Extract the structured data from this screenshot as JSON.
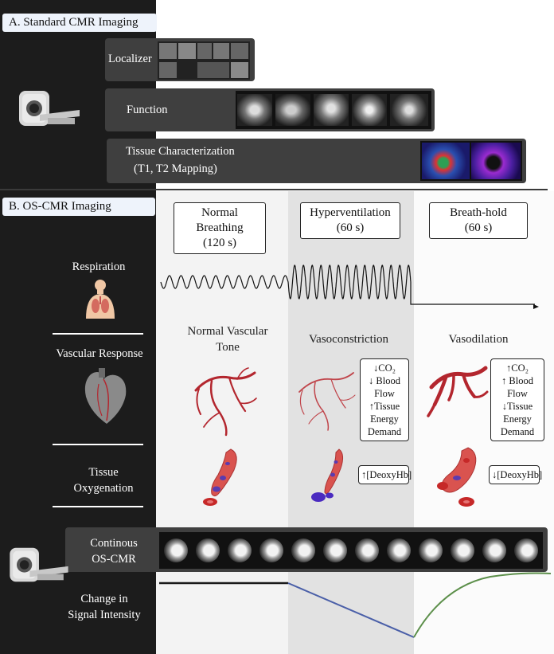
{
  "sections": {
    "a_title": "A. Standard CMR Imaging",
    "b_title": "B. OS-CMR Imaging"
  },
  "standard_steps": [
    {
      "label": "Localizer"
    },
    {
      "label": "Function"
    },
    {
      "label_line1": "Tissue Characterization",
      "label_line2": "(T1, T2 Mapping)"
    }
  ],
  "phases": [
    {
      "name": "Normal Breathing",
      "duration": "(120 s)"
    },
    {
      "name": "Hyperventilation",
      "duration": "(60 s)"
    },
    {
      "name": "Breath-hold",
      "duration": "(60 s)"
    }
  ],
  "row_labels": {
    "respiration": "Respiration",
    "vascular_response": "Vascular Response",
    "tissue_oxygenation": "Tissue\nOxygenation",
    "continuous": "Continous\nOS-CMR",
    "signal": "Change in\nSignal Intensity"
  },
  "responses": [
    {
      "title": "Normal Vascular\nTone"
    },
    {
      "title": "Vasoconstriction",
      "effects": "↓CO₂\n↓ Blood\nFlow\n↑Tissue\nEnergy\nDemand",
      "oxygenation": "↑[DeoxyHb]"
    },
    {
      "title": "Vasodilation",
      "effects": "↑CO₂\n↑ Blood\nFlow\n↓Tissue\nEnergy\nDemand",
      "oxygenation": "↓[DeoxyHb]"
    }
  ],
  "colors": {
    "dark_panel": "#1c1c1c",
    "bar": "#3f3f3f",
    "signal_flat": "#1a1a1a",
    "signal_decrease": "#4a5fa8",
    "signal_increase": "#5c8f4a",
    "vessel": "#b3262e"
  },
  "respiration_pattern": {
    "normal_cycles": 11,
    "hyper_cycles": 14,
    "breathhold": "flat"
  }
}
